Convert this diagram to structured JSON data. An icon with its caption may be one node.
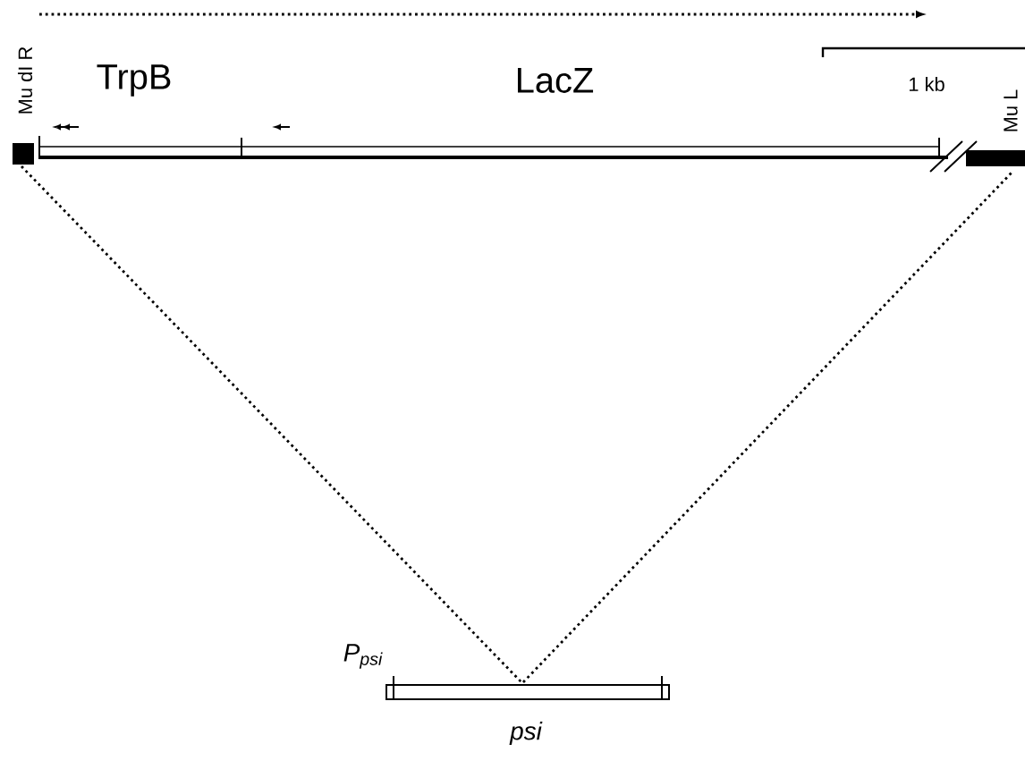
{
  "diagram": {
    "labels": [
      "Mu dI R",
      "TrpB",
      "LacZ",
      "1 kb",
      "Mu L",
      "P$_{psi}$",
      "psi"
    ]
  }
}
